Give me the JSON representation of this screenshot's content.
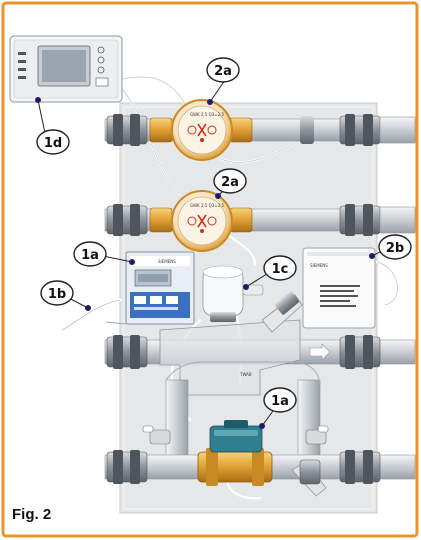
{
  "caption": "Fig. 2",
  "callouts": {
    "1a_device": "1a",
    "1a_valve": "1a",
    "1b": "1b",
    "1c": "1c",
    "1d": "1d",
    "2a_top": "2a",
    "2a_middle": "2a",
    "2b": "2b"
  },
  "device_labels": {
    "controller_brand": "SIEMENS",
    "module_brand": "SIEMENS",
    "pipe_marking": "TWAB"
  },
  "colors": {
    "frame_border": "#e8962a",
    "panel": "#e6e7e9",
    "pipe": "#c9cdd2",
    "brass": "#e0a035",
    "meter_body": "#f0b050",
    "callout_dot": "#1c1c6e",
    "valve_body": "#2f7f8f"
  }
}
